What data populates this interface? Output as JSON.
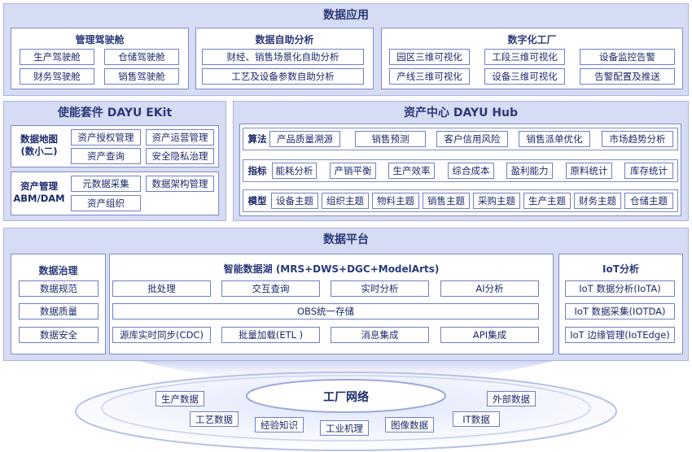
{
  "colors": {
    "band": "#d6dcf3",
    "border": "#7d8ccc",
    "text": "#1a2a6a"
  },
  "data_app": {
    "title": "数据应用",
    "mgmt": {
      "title": "管理驾驶舱",
      "items": [
        "生产驾驶舱",
        "仓储驾驶舱",
        "财务驾驶舱",
        "销售驾驶舱"
      ]
    },
    "selfanalysis": {
      "title": "数据自助分析",
      "items": [
        "财经、销售场景化自助分析",
        "工艺及设备参数自助分析"
      ]
    },
    "factory": {
      "title": "数字化工厂",
      "items": [
        "园区三维可视化",
        "工段三维可视化",
        "设备监控告警",
        "产线三维可视化",
        "设备三维可视化",
        "告警配置及推送"
      ]
    }
  },
  "ekit": {
    "title": "使能套件 DAYU EKit",
    "map": {
      "label_line1": "数据地图",
      "label_line2": "(数小二)",
      "items": [
        "资产授权管理",
        "资产运营管理",
        "资产查询",
        "安全隐私治理"
      ]
    },
    "asset": {
      "label_line1": "资产管理",
      "label_line2": "ABM/DAM",
      "items": [
        "元数据采集",
        "数据架构管理",
        "资产组织"
      ]
    }
  },
  "hub": {
    "title": "资产中心 DAYU Hub",
    "rows": [
      {
        "label": "算法",
        "items": [
          "产品质量溯源",
          "销售预测",
          "客户信用风险",
          "销售派单优化",
          "市场趋势分析"
        ]
      },
      {
        "label": "指标",
        "items": [
          "能耗分析",
          "产销平衡",
          "生产效率",
          "综合成本",
          "盈利能力",
          "原料统计",
          "库存统计"
        ]
      },
      {
        "label": "模型",
        "items": [
          "设备主题",
          "组织主题",
          "物料主题",
          "销售主题",
          "采购主题",
          "生产主题",
          "财务主题",
          "仓储主题"
        ]
      }
    ]
  },
  "platform": {
    "title": "数据平台",
    "governance": {
      "title": "数据治理",
      "items": [
        "数据规范",
        "数据质量",
        "数据安全"
      ]
    },
    "lake": {
      "title": "智能数据湖 (MRS+DWS+DGC+ModelArts)",
      "row1": [
        "批处理",
        "交互查询",
        "实时分析",
        "AI分析"
      ],
      "storage": "OBS统一存储",
      "row3": [
        "源库实时同步(CDC)",
        "批量加载(ETL )",
        "消息集成",
        "API集成"
      ]
    },
    "iot": {
      "title": "IoT分析",
      "items": [
        "IoT 数据分析(IoTA)",
        "IoT 数据采集(IOTDA)",
        "IoT 边缘管理(IoTEdge)"
      ]
    }
  },
  "network": {
    "title": "工厂网络",
    "items": [
      "生产数据",
      "外部数据",
      "工艺数据",
      "经验知识",
      "工业机理",
      "图像数据",
      "IT数据"
    ]
  }
}
